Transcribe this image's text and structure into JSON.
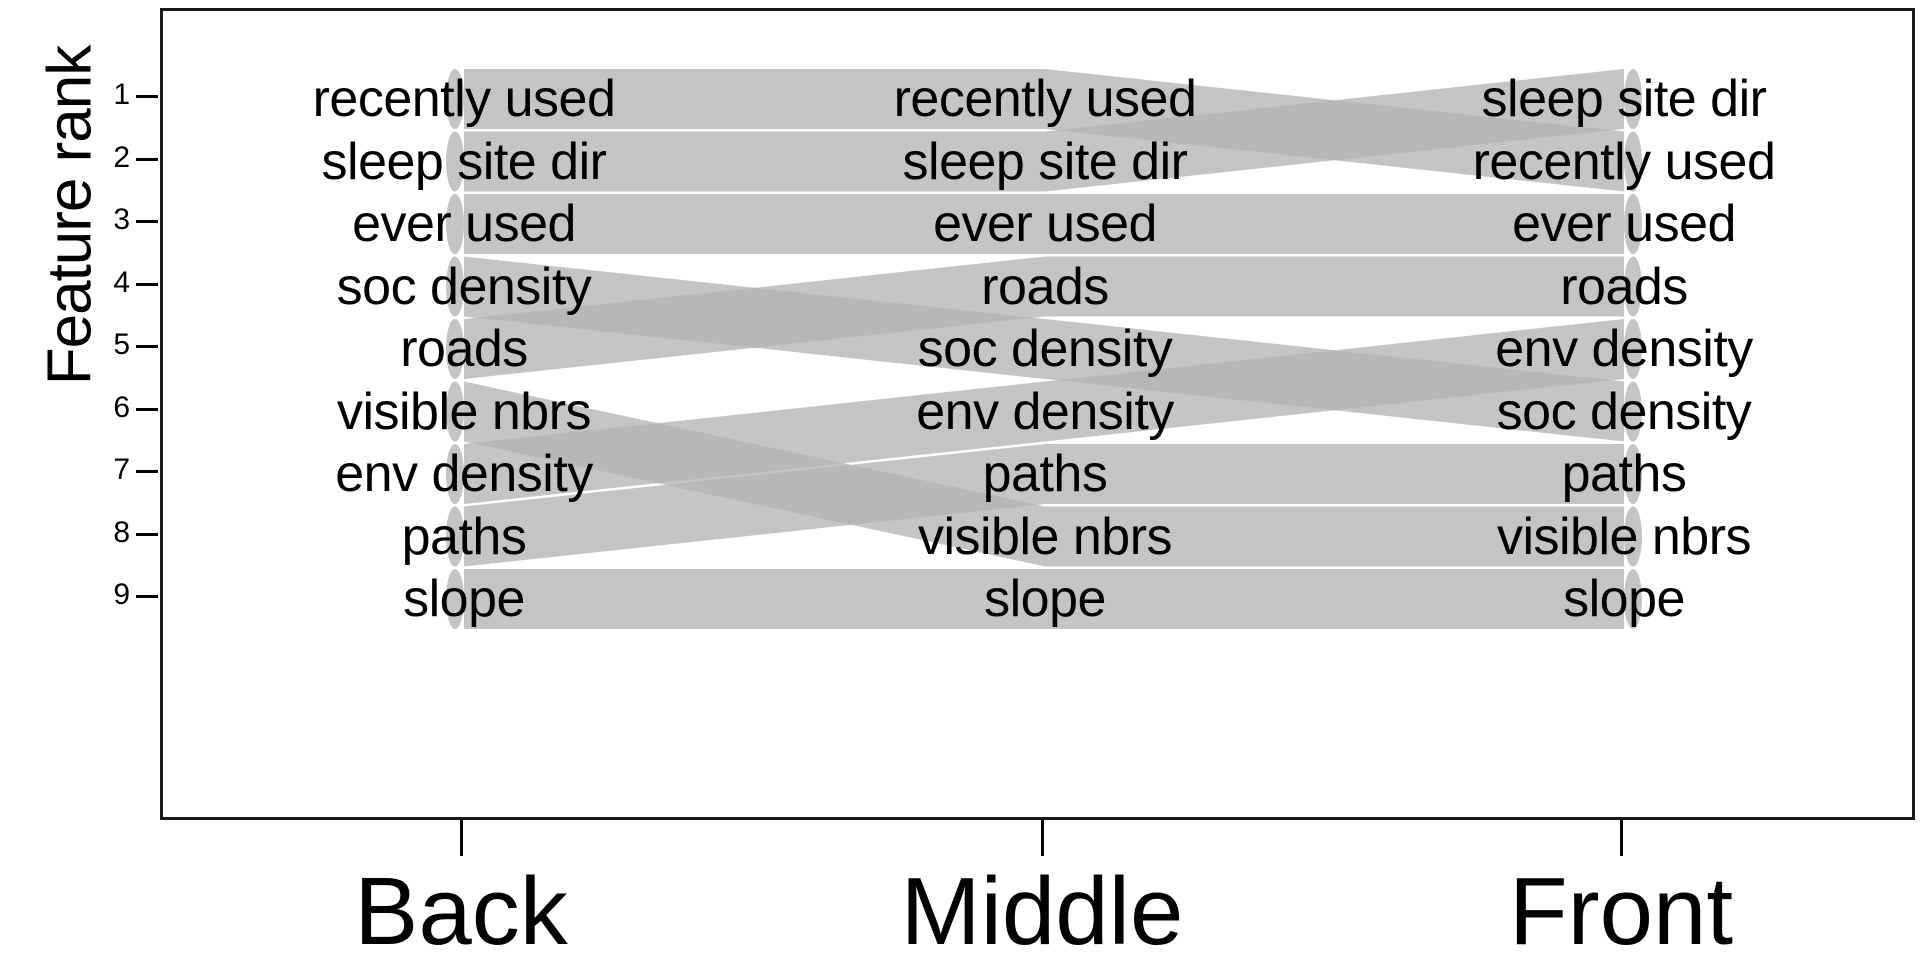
{
  "chart_data": {
    "type": "bump",
    "title": "",
    "xlabel": "",
    "ylabel": "Feature rank",
    "categories": [
      "Back",
      "Middle",
      "Front"
    ],
    "yticks": [
      1,
      2,
      3,
      4,
      5,
      6,
      7,
      8,
      9
    ],
    "ylim": [
      0.5,
      9.8
    ],
    "grid": false,
    "legend": "none",
    "ribbon_color": "#b3b3b3",
    "ribbon_overlap_color": "#808080",
    "axis_color": "#1a1a1a",
    "text_color": "#000000",
    "series": [
      {
        "name": "recently used",
        "values": [
          1,
          1,
          2
        ]
      },
      {
        "name": "sleep site dir",
        "values": [
          2,
          2,
          1
        ]
      },
      {
        "name": "ever used",
        "values": [
          3,
          3,
          3
        ]
      },
      {
        "name": "soc density",
        "values": [
          4,
          5,
          6
        ]
      },
      {
        "name": "roads",
        "values": [
          5,
          4,
          4
        ]
      },
      {
        "name": "visible nbrs",
        "values": [
          6,
          8,
          8
        ]
      },
      {
        "name": "env density",
        "values": [
          7,
          6,
          5
        ]
      },
      {
        "name": "paths",
        "values": [
          8,
          7,
          7
        ]
      },
      {
        "name": "slope",
        "values": [
          9,
          9,
          9
        ]
      }
    ],
    "columns": [
      {
        "label": "Back",
        "ranks": [
          "recently used",
          "sleep site dir",
          "ever used",
          "soc density",
          "roads",
          "visible nbrs",
          "env density",
          "paths",
          "slope"
        ]
      },
      {
        "label": "Middle",
        "ranks": [
          "recently used",
          "sleep site dir",
          "ever used",
          "roads",
          "soc density",
          "env density",
          "paths",
          "visible nbrs",
          "slope"
        ]
      },
      {
        "label": "Front",
        "ranks": [
          "sleep site dir",
          "recently used",
          "ever used",
          "roads",
          "env density",
          "soc density",
          "paths",
          "visible nbrs",
          "slope"
        ]
      }
    ]
  },
  "axis": {
    "y_title": "Feature rank",
    "y_tick_labels": [
      "1",
      "2",
      "3",
      "4",
      "5",
      "6",
      "7",
      "8",
      "9"
    ],
    "x_tick_labels": [
      "Back",
      "Middle",
      "Front"
    ]
  }
}
